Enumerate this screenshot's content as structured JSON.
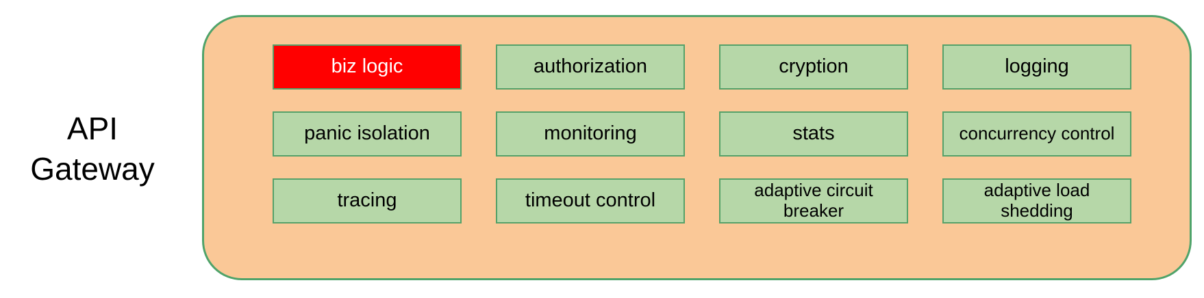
{
  "diagram": {
    "title": "API\nGateway",
    "cells": [
      {
        "label": "biz logic",
        "variant": "highlight"
      },
      {
        "label": "authorization"
      },
      {
        "label": "cryption"
      },
      {
        "label": "logging"
      },
      {
        "label": "panic isolation"
      },
      {
        "label": "monitoring"
      },
      {
        "label": "stats"
      },
      {
        "label": "concurrency control"
      },
      {
        "label": "tracing"
      },
      {
        "label": "timeout control"
      },
      {
        "label": "adaptive circuit breaker"
      },
      {
        "label": "adaptive load shedding"
      }
    ],
    "colors": {
      "container_fill": "#FAC897",
      "container_border": "#4FA36A",
      "box_fill": "#B6D7A8",
      "box_border": "#55A169",
      "highlight_fill": "#FF0000",
      "highlight_text": "#FFFFFF",
      "text": "#000000"
    }
  }
}
